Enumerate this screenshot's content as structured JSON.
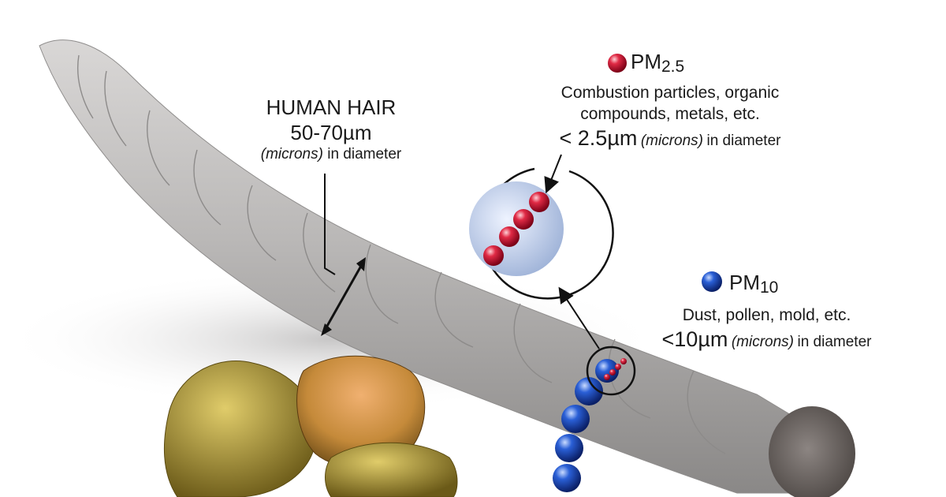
{
  "hair": {
    "title": "HUMAN HAIR",
    "size": "50-70",
    "unit": "µm",
    "units_word": "(microns)",
    "suffix": "in diameter"
  },
  "pm25": {
    "prefix": "PM",
    "sub": "2.5",
    "desc_line1": "Combustion particles, organic",
    "desc_line2": "compounds, metals, etc.",
    "size": "< 2.5",
    "unit": "µm",
    "units_word": "(microns)",
    "suffix": "in diameter",
    "color": "#d0102a"
  },
  "pm10": {
    "prefix": "PM",
    "sub": "10",
    "desc": "Dust, pollen, mold, etc.",
    "size": "<10",
    "unit": "µm",
    "units_word": "(microns)",
    "suffix": "in diameter",
    "color": "#1b47b5"
  },
  "colors": {
    "hair": "#b5b3b2",
    "hair_shadow": "#7a7877",
    "sand": "#b8a23e",
    "sand_orange": "#d08040"
  }
}
